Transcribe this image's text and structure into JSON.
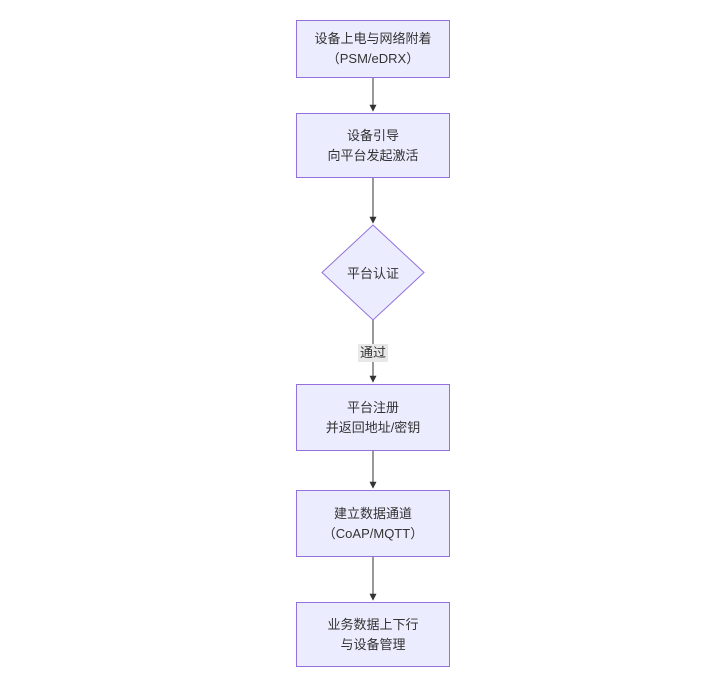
{
  "diagram": {
    "type": "flowchart",
    "direction": "top-down",
    "nodes": {
      "power_attach": {
        "lines": [
          "设备上电与网络附着",
          "（PSM/eDRX）"
        ]
      },
      "bootstrap": {
        "lines": [
          "设备引导",
          "向平台发起激活"
        ]
      },
      "auth": {
        "label": "平台认证",
        "shape": "diamond"
      },
      "register": {
        "lines": [
          "平台注册",
          "并返回地址/密钥"
        ]
      },
      "channel": {
        "lines": [
          "建立数据通道",
          "（CoAP/MQTT）"
        ]
      },
      "business": {
        "lines": [
          "业务数据上下行",
          "与设备管理"
        ]
      }
    },
    "edge_labels": {
      "pass": "通过"
    },
    "colors": {
      "node_fill": "#ECECFF",
      "node_border": "#9370DB",
      "text": "#333333",
      "arrow": "#333333",
      "edge_label_bg": "#e8e8e8",
      "background": "#ffffff"
    }
  }
}
